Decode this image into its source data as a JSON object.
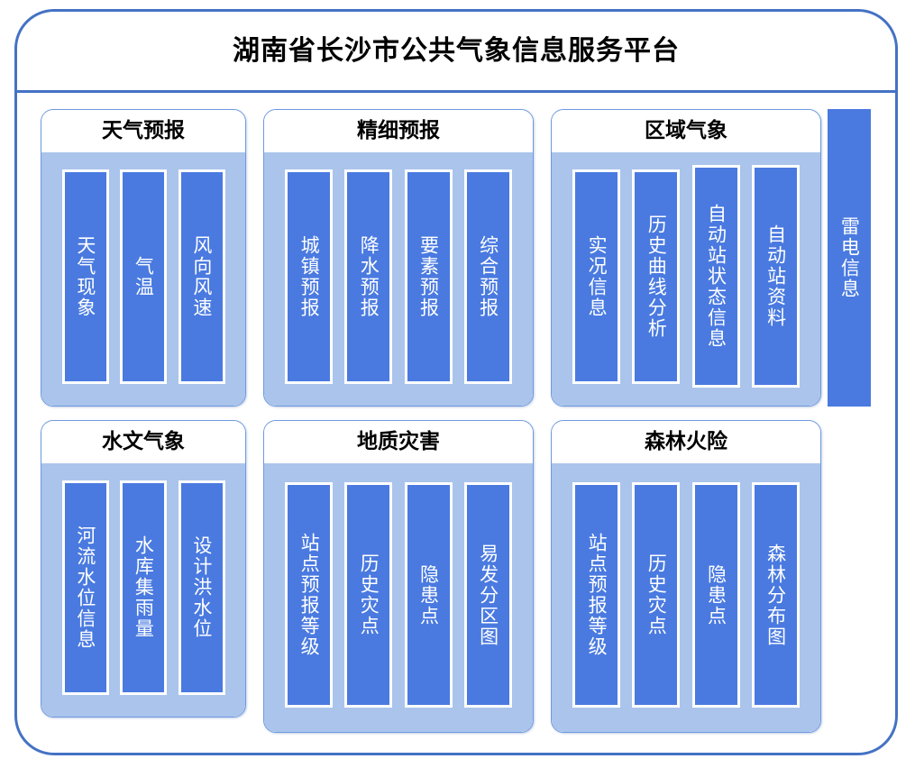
{
  "platform": {
    "title": "湖南省长沙市公共气象信息服务平台"
  },
  "side_module": {
    "label": "雷电信息"
  },
  "panels": [
    {
      "title": "天气预报",
      "items": [
        {
          "label": "天气现象"
        },
        {
          "label": "气温"
        },
        {
          "label": "风向风速"
        }
      ]
    },
    {
      "title": "精细预报",
      "items": [
        {
          "label": "城镇预报"
        },
        {
          "label": "降水预报"
        },
        {
          "label": "要素预报"
        },
        {
          "label": "综合预报"
        }
      ]
    },
    {
      "title": "区域气象",
      "items": [
        {
          "label": "实况信息"
        },
        {
          "label": "历史曲线分析"
        },
        {
          "label": "自动站状态信息"
        },
        {
          "label": "自动站资料"
        }
      ]
    },
    {
      "title": "水文气象",
      "items": [
        {
          "label": "河流水位信息"
        },
        {
          "label": "水库集雨量"
        },
        {
          "label": "设计洪水位"
        }
      ]
    },
    {
      "title": "地质灾害",
      "items": [
        {
          "label": "站点预报等级"
        },
        {
          "label": "历史灾点"
        },
        {
          "label": "隐患点"
        },
        {
          "label": "易发分区图"
        }
      ]
    },
    {
      "title": "森林火险",
      "items": [
        {
          "label": "站点预报等级"
        },
        {
          "label": "历史灾点"
        },
        {
          "label": "隐患点"
        },
        {
          "label": "森林分布图"
        }
      ]
    }
  ],
  "colors": {
    "frame_border": "#4472C4",
    "panel_body": "#aac4ec",
    "chip_fill": "#4a7ae0",
    "chip_border": "#ffffff",
    "text_light": "#ffffff",
    "text_dark": "#000000"
  }
}
